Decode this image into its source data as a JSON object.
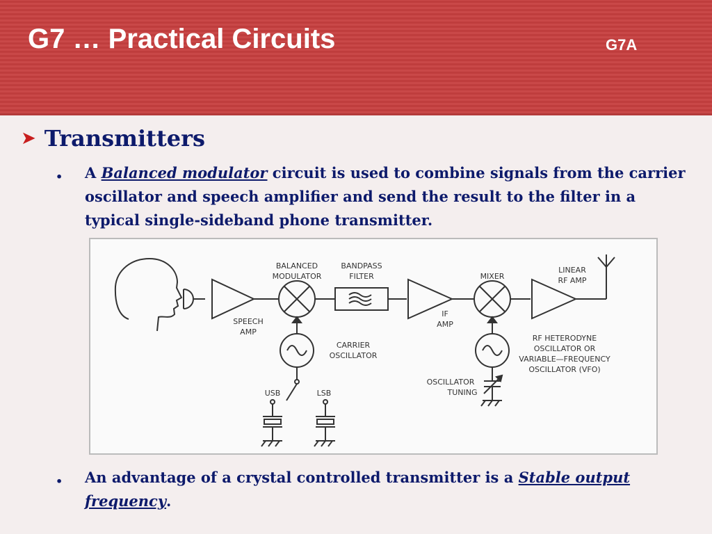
{
  "header": {
    "title": "G7 … Practical Circuits",
    "code": "G7A"
  },
  "section": {
    "heading": "Transmitters"
  },
  "bullets": [
    {
      "before": "A ",
      "term": "Balanced modulator",
      "after": " circuit is used to combine signals from the carrier oscillator and speech amplifier and send the result to the filter in a typical single-sideband phone transmitter."
    },
    {
      "before": "An advantage of a crystal controlled transmitter is a ",
      "term": "Stable output frequency",
      "after": "."
    }
  ],
  "diagram": {
    "labels": {
      "balanced_modulator_1": "BALANCED",
      "balanced_modulator_2": "MODULATOR",
      "bandpass_1": "BANDPASS",
      "bandpass_2": "FILTER",
      "mixer": "MIXER",
      "linear_1": "LINEAR",
      "linear_2": "RF AMP",
      "speech_1": "SPEECH",
      "speech_2": "AMP",
      "if_1": "IF",
      "if_2": "AMP",
      "carrier_1": "CARRIER",
      "carrier_2": "OSCILLATOR",
      "rfhet_1": "RF HETERODYNE",
      "rfhet_2": "OSCILLATOR OR",
      "rfhet_3": "VARIABLE—FREQUENCY",
      "rfhet_4": "OSCILLATOR (VFO)",
      "osctune_1": "OSCILLATOR",
      "osctune_2": "TUNING",
      "usb": "USB",
      "lsb": "LSB"
    }
  }
}
